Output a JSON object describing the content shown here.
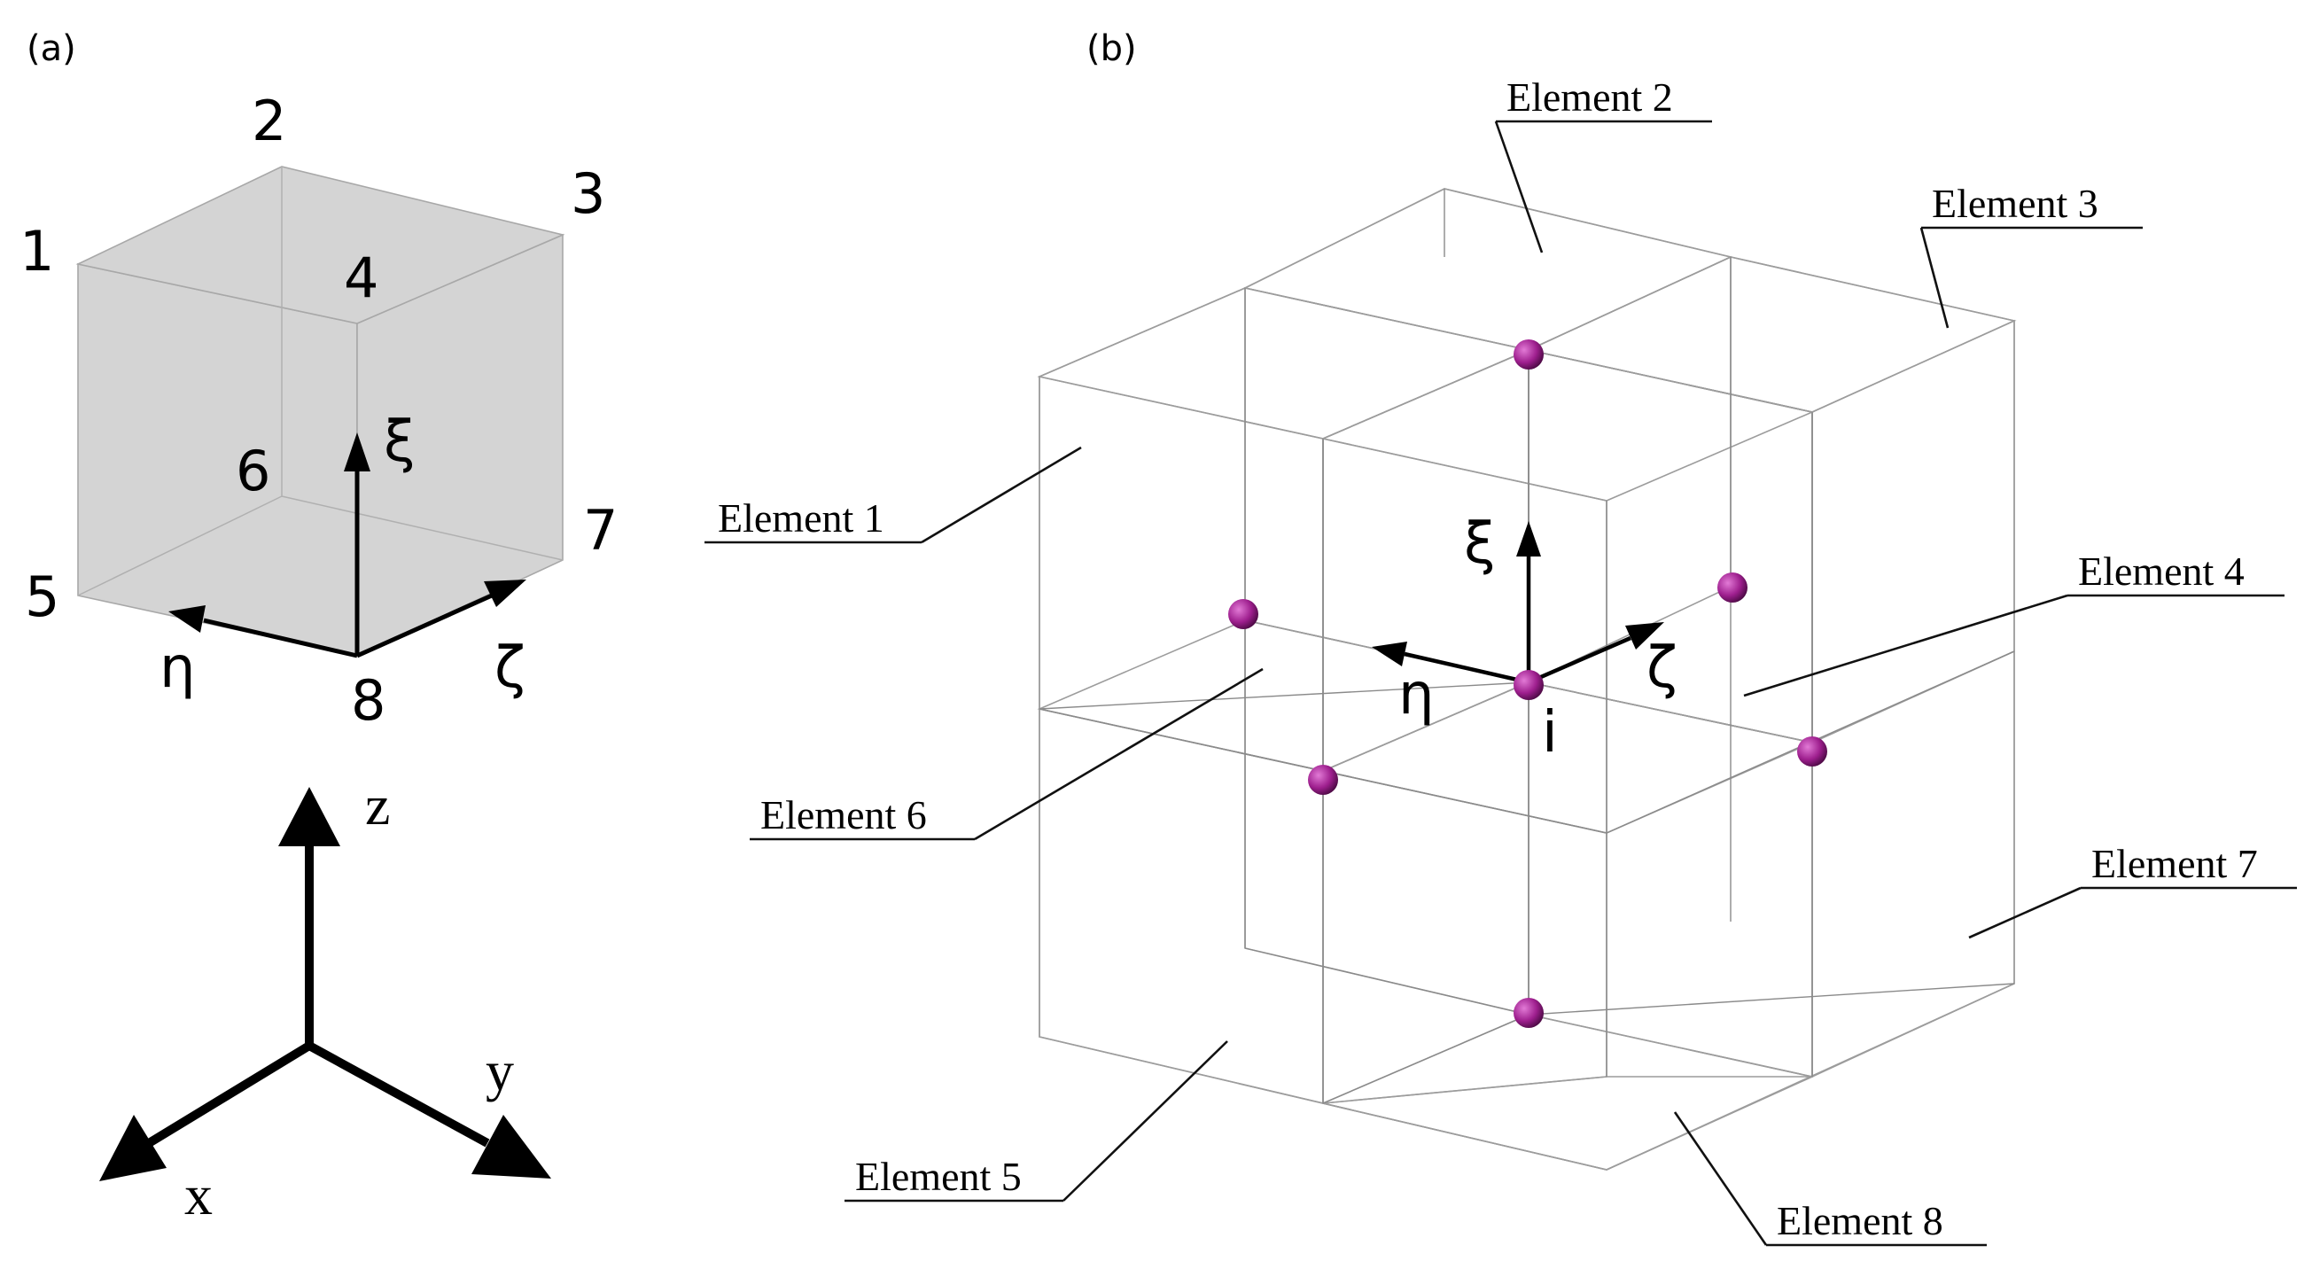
{
  "panels": {
    "a": "(a)",
    "b": "(b)"
  },
  "panel_a": {
    "node_labels": [
      "1",
      "2",
      "3",
      "4",
      "5",
      "6",
      "7",
      "8"
    ],
    "local_axes": {
      "xi": "ξ",
      "eta": "η",
      "zeta": "ζ"
    },
    "cube_color": "#d4d4d4"
  },
  "global_axes": {
    "z": "z",
    "x": "x",
    "y": "y"
  },
  "panel_b": {
    "elements": [
      {
        "label": "Element 1",
        "color": "#bfe8c4"
      },
      {
        "label": "Element 2",
        "color": "#c9cbe8"
      },
      {
        "label": "Element 3",
        "color": "#c6d6f0"
      },
      {
        "label": "Element 4",
        "color": "#b79ad6"
      },
      {
        "label": "Element 5",
        "color": "#ecebb8"
      },
      {
        "label": "Element 6",
        "color": "#9fcf93"
      },
      {
        "label": "Element 7",
        "color": "#ddd2e4"
      },
      {
        "label": "Element 8",
        "color": "#f2d9c4"
      }
    ],
    "local_axes": {
      "xi": "ξ",
      "eta": "η",
      "zeta": "ζ"
    },
    "node_label": "i",
    "node_color": "#9e1f8e"
  }
}
